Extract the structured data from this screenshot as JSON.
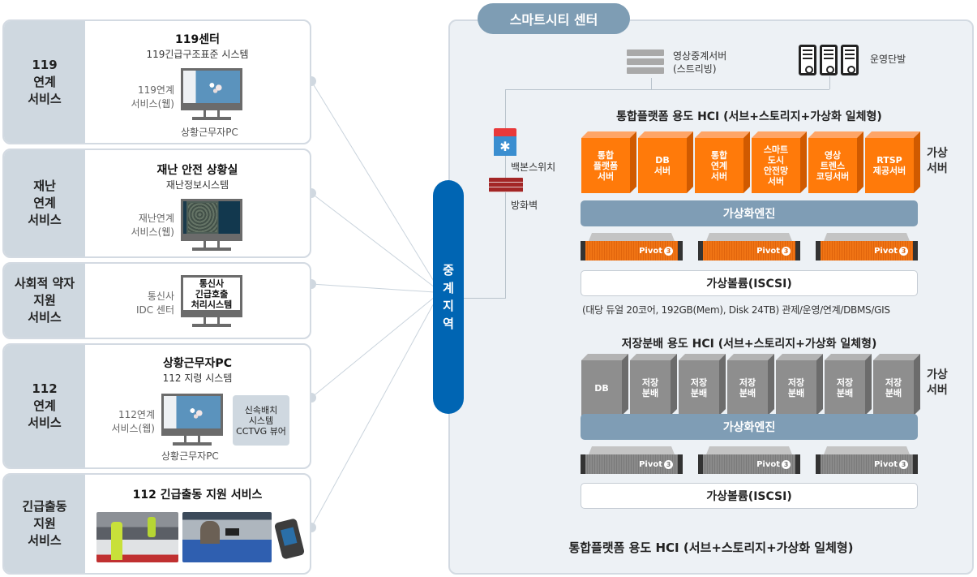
{
  "services": [
    {
      "side": "119\n연계\n서비스",
      "title": "119센터",
      "subtitle": "119긴급구조표준 시스템",
      "side_label": "119연계\n서비스(웹)",
      "caption": "상황근무자PC",
      "screen": "map-blue"
    },
    {
      "side": "재난\n연계\n서비스",
      "title": "재난 안전 상황실",
      "subtitle": "재난정보시스템",
      "side_label": "재난연계\n서비스(웹)",
      "screen": "map-sat"
    },
    {
      "side": "사회적 약자\n지원\n서비스",
      "side_label": "통신사\nIDC 센터",
      "monitor_text": "통신사\n긴급호출\n처리시스템"
    },
    {
      "side": "112\n연계\n서비스",
      "title": "상황근무자PC",
      "subtitle": "112 지령 시스템",
      "side_label": "112연계\n서비스(웹)",
      "caption": "상황근무자PC",
      "viewer": "신속배치\n시스템\nCCTVG 뷰어",
      "screen": "map-blue"
    },
    {
      "side": "긴급출동\n지원\n서비스",
      "title": "112 긴급출동 지원 서비스",
      "photos": [
        "police-traffic-photo",
        "taxi-driver-photo"
      ],
      "device": "handheld-terminal"
    }
  ],
  "relay": {
    "label": "중\n계\n지\n역",
    "color": "#0065b3"
  },
  "center": {
    "tab": "스마트시티 센터",
    "video_server": "영상중계서버\n(스트리빙)",
    "ops_terminal": "운영단발",
    "backbone_switch": "백본스위치",
    "firewall": "방화벽",
    "hci_top": {
      "title": "통합플랫폼 용도 HCI (서브+스토리지+가상화 일체형)",
      "servers": [
        "통합\n플랫폼\n서버",
        "DB\n서버",
        "통합\n연계\n서버",
        "스마트\n도시\n안전망\n서버",
        "영상\n트렌스\n코딩서버",
        "RTSP\n제공서버"
      ],
      "virtual_server_label": "가상\n서버",
      "engine": "가상화엔진",
      "racks": [
        "Pivot",
        "Pivot",
        "Pivot"
      ],
      "volume": "가상볼륨(ISCSI)",
      "spec": "(대당 듀얼 20코어, 192GB(Mem), Disk 24TB) 관제/운영/연계/DBMS/GIS"
    },
    "hci_bottom": {
      "title": "저장분배 용도 HCI (서브+스토리지+가상화 일체형)",
      "servers": [
        "DB",
        "저장\n분배",
        "저장\n분배",
        "저장\n분배",
        "저장\n분배",
        "저장\n분배",
        "저장\n분배"
      ],
      "virtual_server_label": "가상\n서버",
      "engine": "가상화엔진",
      "racks": [
        "Pivot",
        "Pivot",
        "Pivot"
      ],
      "volume": "가상볼륨(ISCSI)"
    },
    "footer": "통합플랫폼 용도 HCI (서브+스토리지+가상화 일체형)"
  },
  "colors": {
    "orange": "#ff7a0a",
    "gray_cube": "#8e8e8e",
    "engine": "#7f9db5",
    "card_side": "#cfd8e0",
    "center_bg": "#edf1f5"
  }
}
